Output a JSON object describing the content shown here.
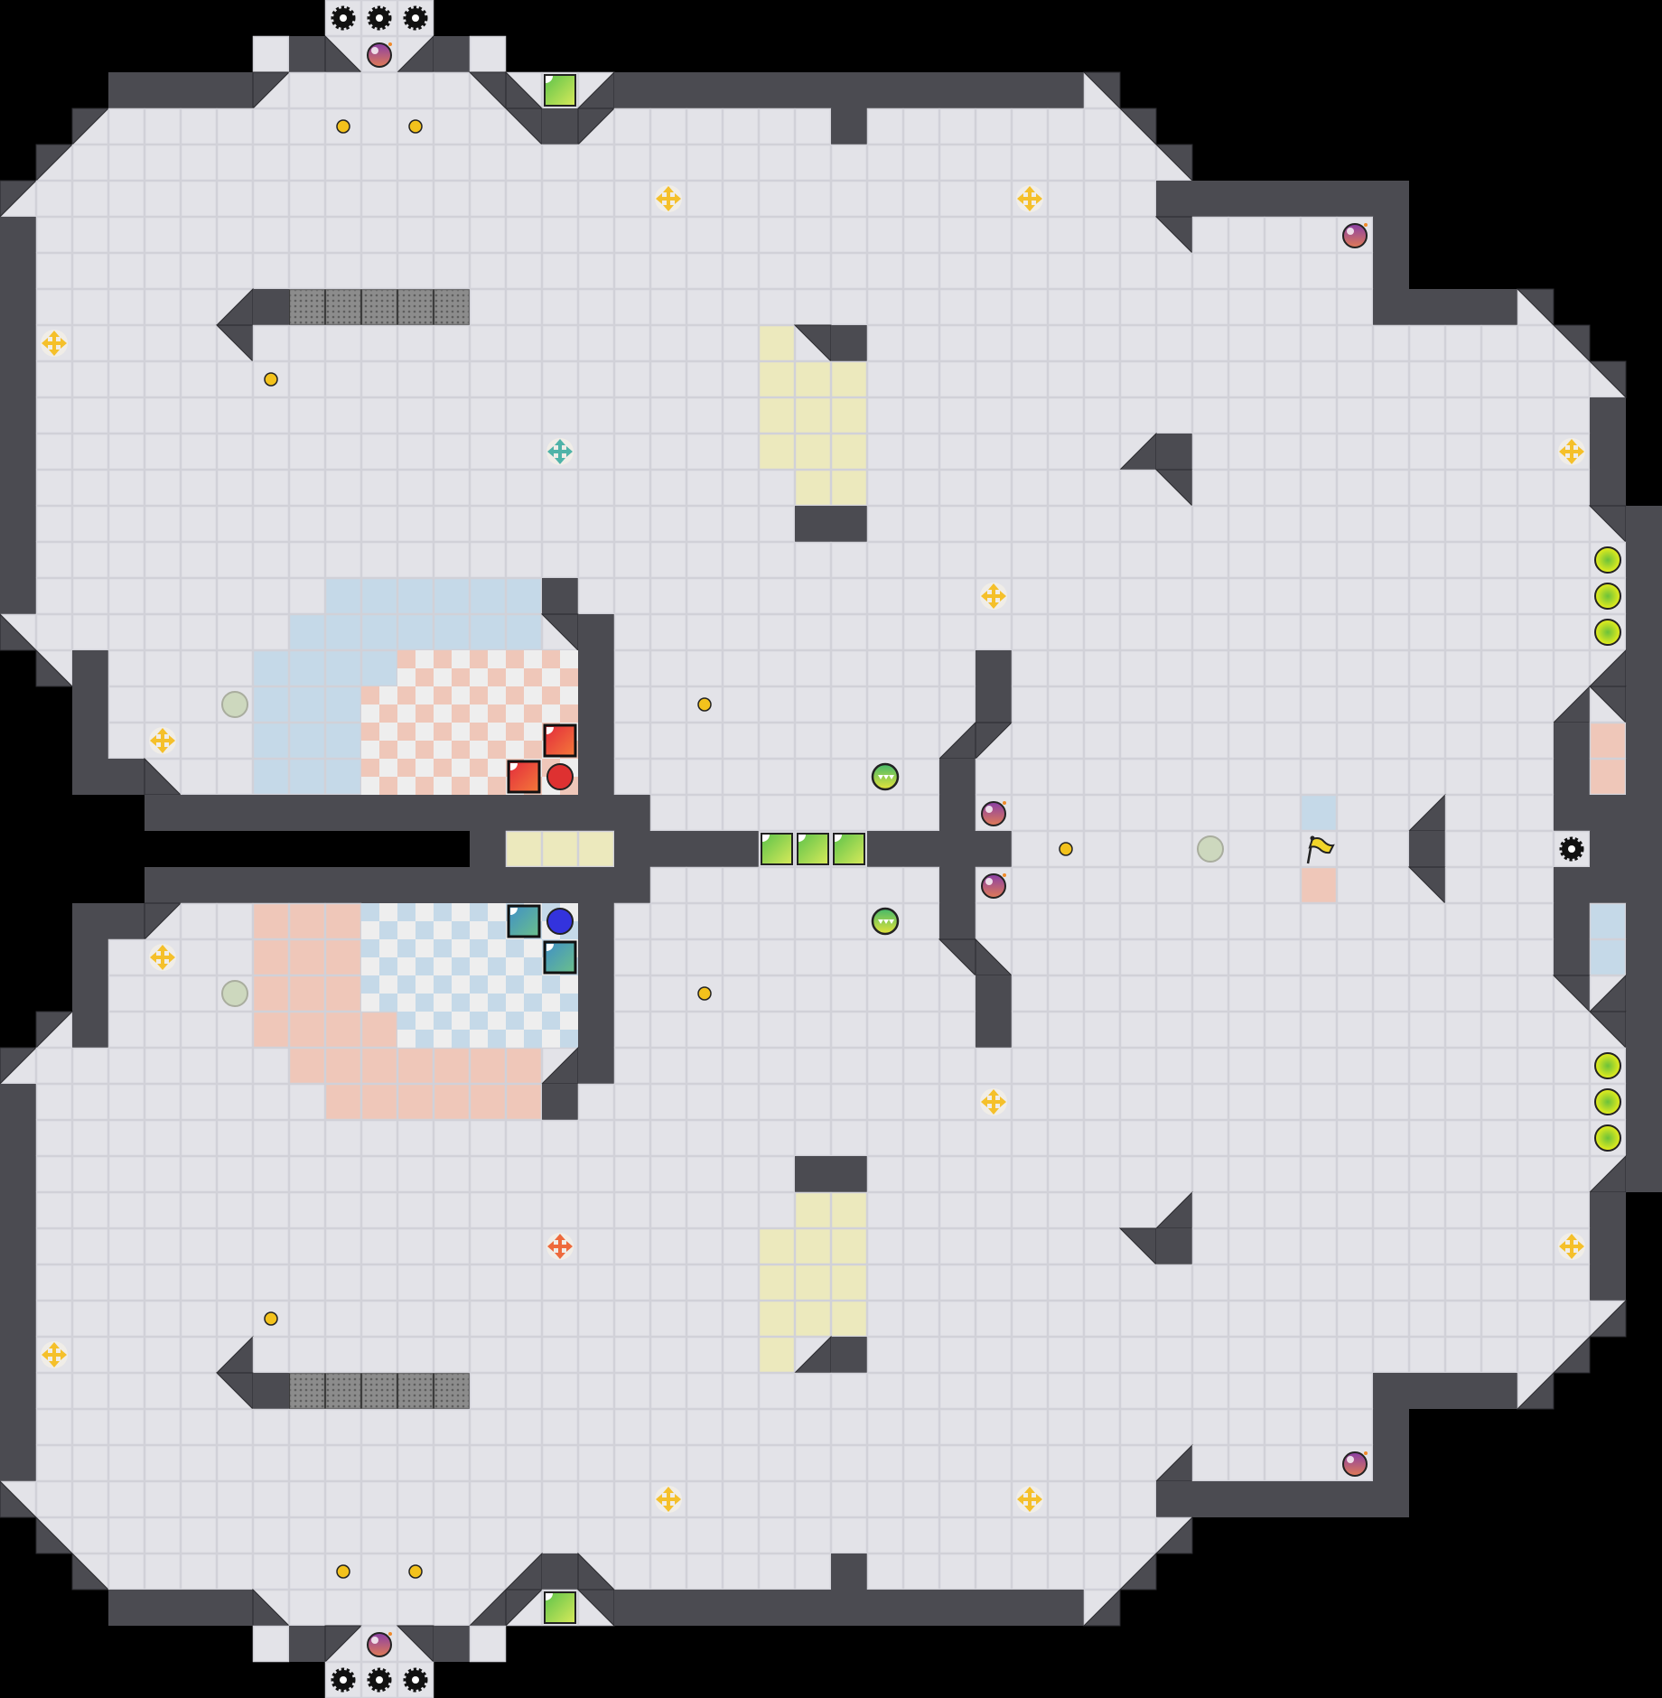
{
  "game": {
    "type": "tile-map",
    "grid": {
      "columns": 46,
      "rows": 47
    },
    "colors": {
      "void": "#000000",
      "floor": "#e3e3e8",
      "floor_line": "#d1d1d8",
      "wall": "#4b4b51",
      "wall_edge": "#2a2a2e",
      "neutral_tile": "#ece9bd",
      "red_tile": "#efc7b9",
      "blue_tile": "#c5d9e8",
      "checker_light": "#eeeeee",
      "dotted_tile": "#8c8c8c",
      "boost": "#f5c02a",
      "blue_boost": "#4fb3a8",
      "red_boost": "#ee6a3c",
      "gate_green": "#8fd24a",
      "red_gate": "#e8402f",
      "blue_gate": "#4e9fb6",
      "red_ball": "#de3131",
      "blue_ball": "#3333dd",
      "bomb": "#8e4f9a",
      "dot": "#f3c21c",
      "lime_pad": "#d7e832",
      "powerup_empty": "#cdd8be",
      "flag": "#f1d52a"
    },
    "entity_types": [
      "spike-gear",
      "bomb",
      "green-gate",
      "yellow-dot",
      "boost",
      "team-boost",
      "dotted-tile",
      "rolling-bomb",
      "empty-powerup",
      "lime-pad",
      "red-gate",
      "blue-gate",
      "red-ball-marker",
      "blue-ball-marker",
      "neutral-flag"
    ]
  }
}
